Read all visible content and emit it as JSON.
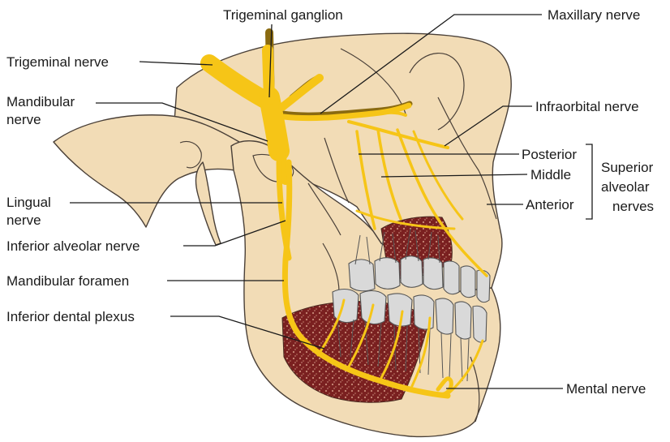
{
  "labels": {
    "trigeminal_ganglion": "Trigeminal ganglion",
    "maxillary_nerve": "Maxillary nerve",
    "trigeminal_nerve": "Trigeminal nerve",
    "mandibular_nerve_1": "Mandibular",
    "mandibular_nerve_2": "nerve",
    "infraorbital_nerve": "Infraorbital nerve",
    "posterior": "Posterior",
    "middle": "Middle",
    "anterior": "Anterior",
    "superior_1": "Superior",
    "superior_2": "alveolar",
    "superior_3": "nerves",
    "lingual_nerve_1": "Lingual",
    "lingual_nerve_2": "nerve",
    "inferior_alveolar_nerve": "Inferior alveolar nerve",
    "mandibular_foramen": "Mandibular foramen",
    "inferior_dental_plexus": "Inferior dental plexus",
    "mental_nerve": "Mental nerve"
  },
  "colors": {
    "bone": "#f2dcb6",
    "nerve": "#f6c517",
    "marrow": "#7a2020",
    "tooth": "#d9d9d9"
  }
}
